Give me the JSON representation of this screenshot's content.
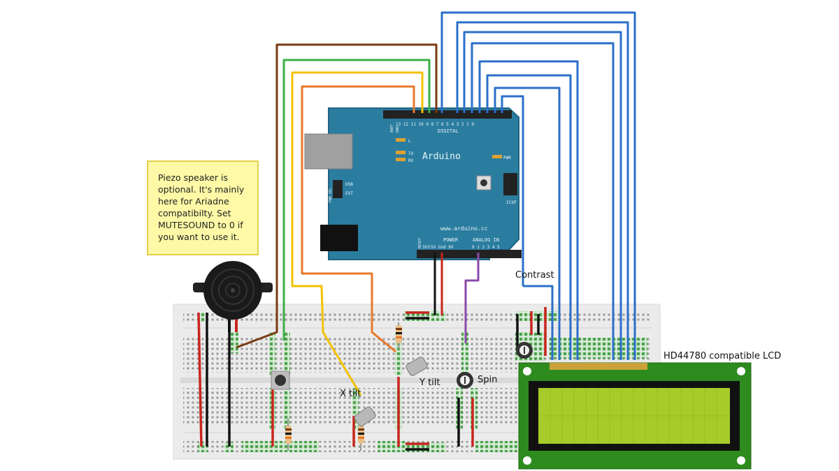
{
  "note": {
    "text": "Piezo speaker is optional. It's mainly here for Ariadne compatibilty.  Set MUTESOUND to 0 if you want to use it."
  },
  "labels": {
    "contrast": "Contrast",
    "lcd": "HD44780 compatible LCD",
    "x_tilt": "X tilt",
    "y_tilt": "Y tilt",
    "spin": "Spin"
  },
  "arduino": {
    "brand": "Arduino",
    "url": "www.arduino.cc",
    "digital": "DIGITAL",
    "power": "POWER",
    "analog_in": "ANALOG IN",
    "icsp": "ICSP",
    "pwr": "PWR",
    "tx": "TX",
    "rx": "RX",
    "l": "L",
    "usb": "USB",
    "ext": "EXT",
    "pwr_sel": "PWR SEL",
    "reset": "RESET",
    "v33": "3V3",
    "power_pins": "5V Gnd 9V",
    "analog_pins": "0 1 2 3 4 5",
    "aref": "AREF",
    "gnd": "GND",
    "digital_pins": "13 12 11 10 9 8   7 6 5 4 3 2 1 0"
  },
  "colors": {
    "board": "#2b7da0",
    "wire_blue": "#2a6fc9",
    "wire_brown": "#7a3a12",
    "wire_green": "#3cb043",
    "wire_yellow": "#f2c200",
    "wire_orange": "#e8782a",
    "wire_purple": "#8a4aa8",
    "lcd_pcb": "#2e8b1e",
    "lcd_screen": "#a6cc2a"
  }
}
